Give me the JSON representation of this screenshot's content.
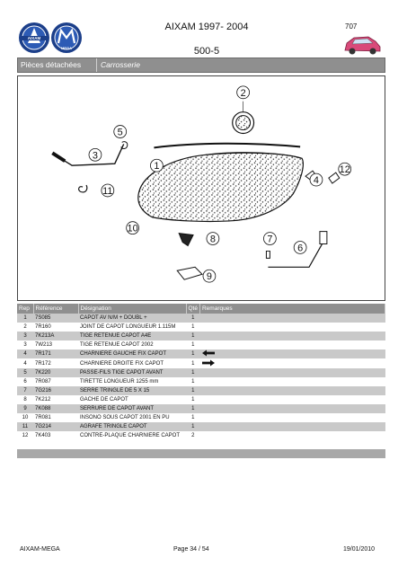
{
  "header": {
    "title": "AIXAM 1997- 2004",
    "subtitle": "500-5",
    "page_code": "707",
    "brand_left": "AIXAM",
    "brand_right": "MEGA"
  },
  "section": {
    "category": "Pièces détachées",
    "subcategory": "Carrosserie"
  },
  "diagram": {
    "callouts": [
      "1",
      "2",
      "3",
      "4",
      "5",
      "6",
      "7",
      "8",
      "9",
      "10",
      "11",
      "12"
    ]
  },
  "table": {
    "headers": [
      "Rep",
      "Référence",
      "Désignation",
      "Qté",
      "Remarques"
    ],
    "rows": [
      {
        "rep": "1",
        "ref": "7S085",
        "des": "CAPOT AV N/M + DOUBL +",
        "qte": "1",
        "note": ""
      },
      {
        "rep": "2",
        "ref": "7R160",
        "des": "JOINT DE CAPOT LONGUEUR 1.115M",
        "qte": "1",
        "note": ""
      },
      {
        "rep": "3",
        "ref": "7K213A",
        "des": "TIGE RETENUE CAPOT A4E",
        "qte": "1",
        "note": ""
      },
      {
        "rep": "3",
        "ref": "7W213",
        "des": "TIGE RETENUE CAPOT 2002",
        "qte": "1",
        "note": ""
      },
      {
        "rep": "4",
        "ref": "7R171",
        "des": "CHARNIERE GAUCHE FIX CAPOT",
        "qte": "1",
        "note": "arrow-left"
      },
      {
        "rep": "4",
        "ref": "7R172",
        "des": "CHARNIERE DROITE FIX CAPOT",
        "qte": "1",
        "note": "arrow-right"
      },
      {
        "rep": "5",
        "ref": "7K220",
        "des": "PASSE-FILS TIGE CAPOT AVANT",
        "qte": "1",
        "note": ""
      },
      {
        "rep": "6",
        "ref": "7R087",
        "des": "TIRETTE LONGUEUR 1255 mm",
        "qte": "1",
        "note": ""
      },
      {
        "rep": "7",
        "ref": "7G216",
        "des": "SERRE TRINGLE DE 5 X 15",
        "qte": "1",
        "note": ""
      },
      {
        "rep": "8",
        "ref": "7K212",
        "des": "GACHE DE CAPOT",
        "qte": "1",
        "note": ""
      },
      {
        "rep": "9",
        "ref": "7K088",
        "des": "SERRURE DE CAPOT AVANT",
        "qte": "1",
        "note": ""
      },
      {
        "rep": "10",
        "ref": "7R081",
        "des": "INSONO SOUS CAPOT 2001 EN PU",
        "qte": "1",
        "note": ""
      },
      {
        "rep": "11",
        "ref": "7G214",
        "des": "AGRAFE TRINGLE CAPOT",
        "qte": "1",
        "note": ""
      },
      {
        "rep": "12",
        "ref": "7K403",
        "des": "CONTRE-PLAQUE CHARNIERE CAPOT",
        "qte": "2",
        "note": ""
      }
    ]
  },
  "footer": {
    "left": "AIXAM-MEGA",
    "page": "Page 34  /  54",
    "date": "19/01/2010"
  },
  "colors": {
    "bar": "#8f8f8f",
    "row_alt": "#c9c9c9",
    "logo_blue": "#1c3f8a"
  }
}
